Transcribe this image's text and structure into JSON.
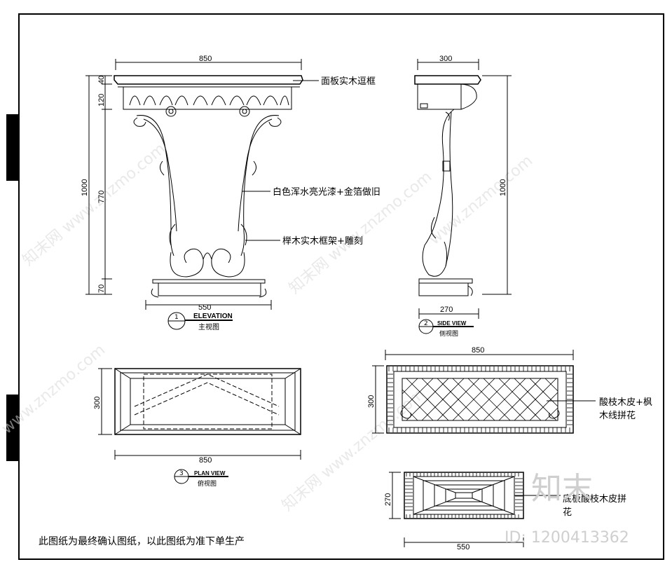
{
  "elevation": {
    "width_top": "850",
    "width_base": "550",
    "height_total": "1000",
    "height_top_a": "40",
    "height_top_b": "120",
    "height_mid": "770",
    "height_base": "70",
    "label_no": "1",
    "label_en": "ELEVATION",
    "label_cn": "主视图",
    "note_top": "面板实木逗框",
    "note_mid": "白色浑水亮光漆+金箔做旧",
    "note_low": "榉木实木框架+雕刻"
  },
  "side": {
    "width_top": "300",
    "width_base": "270",
    "height_total": "1000",
    "label_no": "2",
    "label_en": "SIDE VIEW",
    "label_cn": "侧视图"
  },
  "plan": {
    "width": "850",
    "depth": "300",
    "label_no": "3",
    "label_en": "PLAN VIEW",
    "label_cn": "俯视图"
  },
  "top_plan": {
    "width": "850",
    "depth": "300",
    "note_line1": "酸枝木皮+枫",
    "note_line2": "木线拼花"
  },
  "bottom_plan": {
    "width": "550",
    "depth": "270",
    "note_line1": "底板酸枝木皮拼",
    "note_line2": "花"
  },
  "footer_note": "此图纸为最终确认图纸，以此图纸为准下单生产",
  "watermark": {
    "brand": "知末",
    "id_text": "ID: 1200413362",
    "site": "www.znzmo.com"
  }
}
